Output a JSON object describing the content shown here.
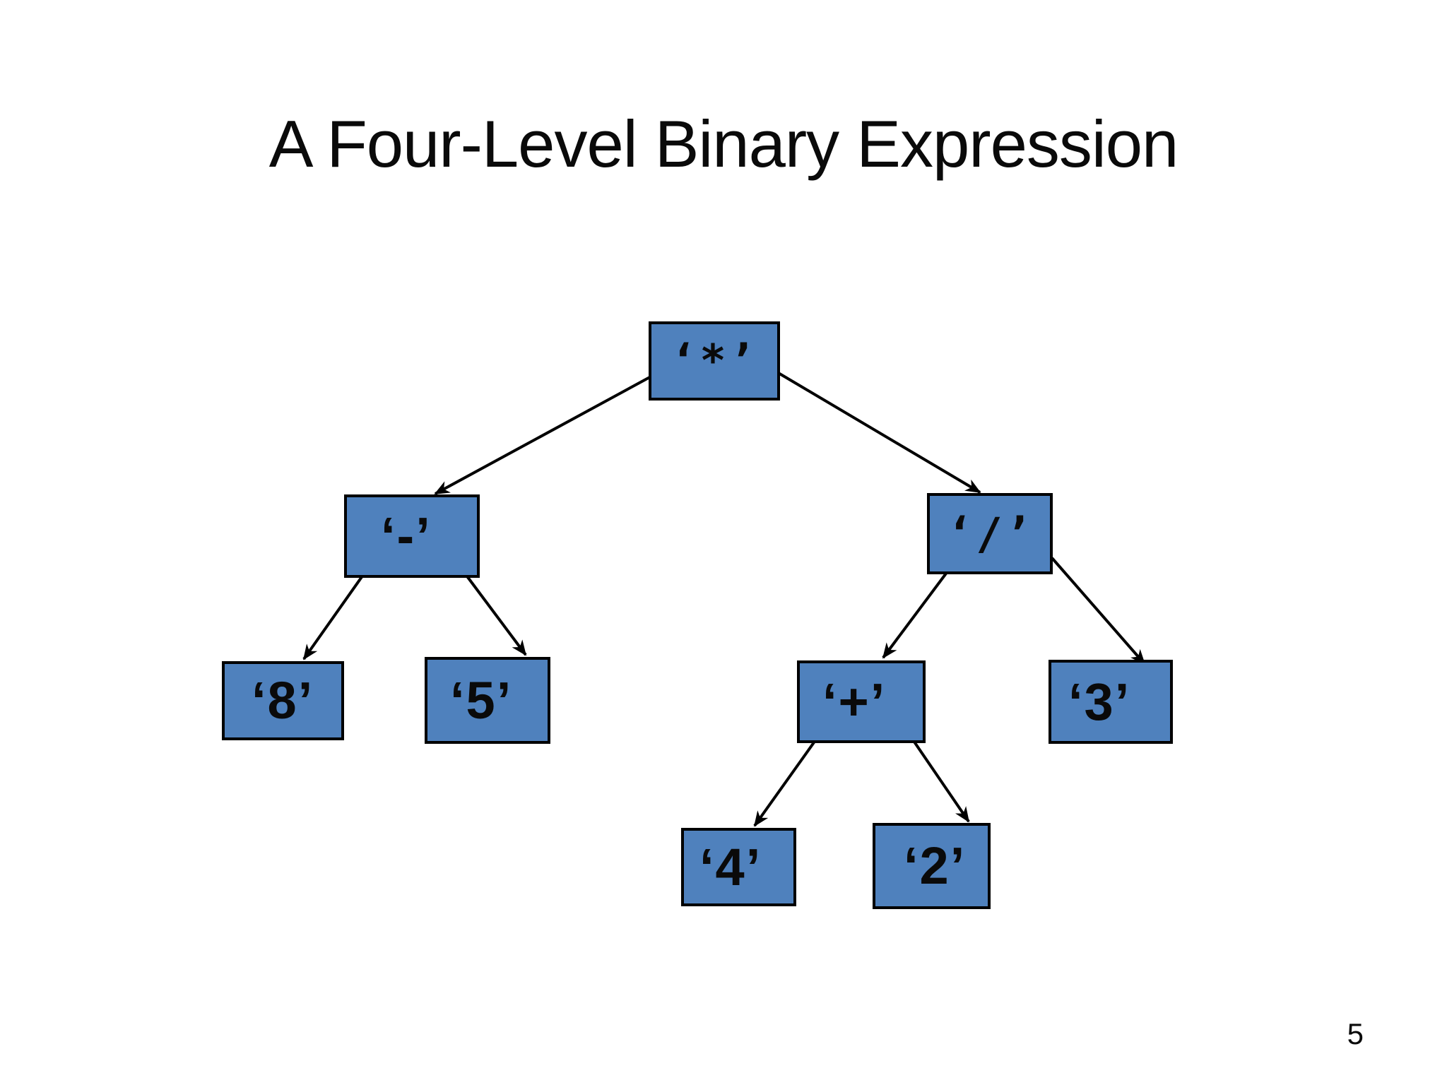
{
  "slide": {
    "title": "A Four-Level Binary Expression",
    "page_number": "5"
  },
  "colors": {
    "node_fill": "#4F81BD",
    "node_border": "#000000",
    "arrow": "#000000",
    "background": "#FFFFFF",
    "text": "#000000"
  },
  "tree": {
    "nodes": [
      {
        "id": "star",
        "label": "‘*’",
        "level": 1
      },
      {
        "id": "minus",
        "label": "‘-’",
        "level": 2
      },
      {
        "id": "div",
        "label": "‘/’",
        "level": 2
      },
      {
        "id": "eight",
        "label": "‘8’",
        "level": 3
      },
      {
        "id": "five",
        "label": "‘5’",
        "level": 3
      },
      {
        "id": "plus",
        "label": "‘+’",
        "level": 3
      },
      {
        "id": "three",
        "label": "‘3’",
        "level": 3
      },
      {
        "id": "four",
        "label": "‘4’",
        "level": 4
      },
      {
        "id": "two",
        "label": "‘2’",
        "level": 4
      }
    ],
    "edges": [
      {
        "from": "star",
        "to": "minus"
      },
      {
        "from": "star",
        "to": "div"
      },
      {
        "from": "minus",
        "to": "eight"
      },
      {
        "from": "minus",
        "to": "five"
      },
      {
        "from": "div",
        "to": "plus"
      },
      {
        "from": "div",
        "to": "three"
      },
      {
        "from": "plus",
        "to": "four"
      },
      {
        "from": "plus",
        "to": "two"
      }
    ]
  }
}
